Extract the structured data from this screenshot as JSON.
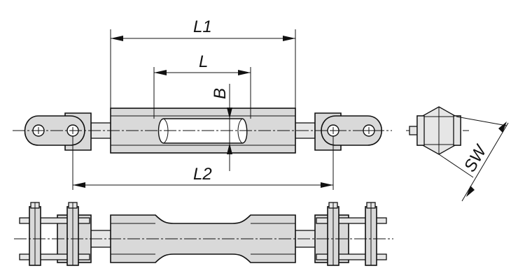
{
  "labels": {
    "L1": "L1",
    "L": "L",
    "L2": "L2",
    "B": "B",
    "SW": "SW"
  },
  "colors": {
    "line": "#111111",
    "fill": "#d9d9d9",
    "background": "#ffffff"
  }
}
